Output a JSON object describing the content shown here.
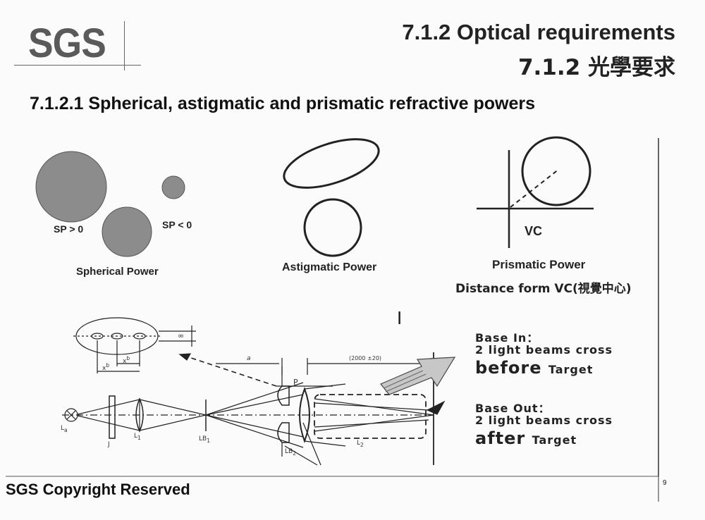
{
  "logo": {
    "text": "SGS"
  },
  "header": {
    "title_en": "7.1.2 Optical requirements",
    "title_zh": "7.1.2 光學要求"
  },
  "section": {
    "title": "7.1.2.1 Spherical, astigmatic and prismatic refractive powers"
  },
  "spherical": {
    "sp_positive": "SP > 0",
    "sp_negative": "SP < 0",
    "caption": "Spherical Power"
  },
  "astigmatic": {
    "caption": "Astigmatic Power"
  },
  "prismatic": {
    "vc_label": "VC",
    "caption": "Prismatic Power",
    "distance": "Distance form VC(視覺中心)"
  },
  "optical_diagram": {
    "label_la": "L",
    "label_j": "J",
    "label_l1": "L",
    "label_lb1": "LB",
    "label_lb2": "LB",
    "label_l2": "L",
    "label_p": "P",
    "label_a": "a",
    "label_xb": "x",
    "label_xb_sup": "b",
    "label_dim": "(2000 ±20)",
    "label_infinity": "∞",
    "label_bar": "I"
  },
  "base_notes": {
    "base_in": "Base In：",
    "cross_in": "2 light beams cross",
    "before": "before",
    "target": "Target",
    "base_out": "Base Out：",
    "cross_out": "2 light beams cross",
    "after": "after"
  },
  "footer": {
    "copyright": "SGS Copyright Reserved",
    "page": "9"
  }
}
